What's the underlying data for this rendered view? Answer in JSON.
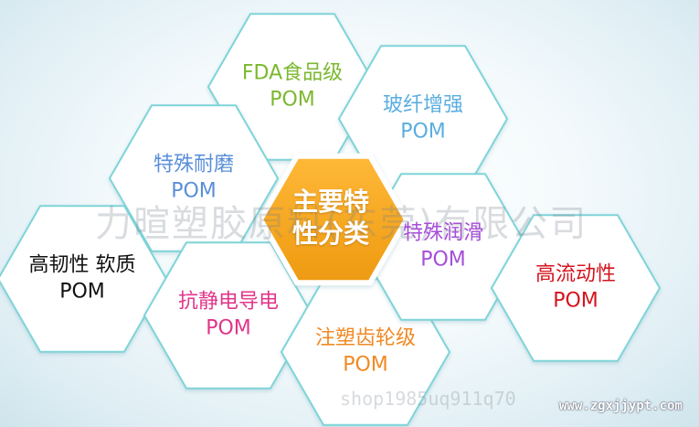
{
  "center": {
    "line1": "主要特",
    "line2": "性分类",
    "fill": "#f5a623"
  },
  "watermark": "力暄塑胶原料(东莞)有限公司",
  "shop_mark": "shop1985uq911q70",
  "site_mark": "www.zgxjjypt.com",
  "hexes": [
    {
      "key": "fda",
      "line1": "FDA食品级",
      "line2": "POM",
      "color": "#7cb82f"
    },
    {
      "key": "glass",
      "line1": "玻纤增强",
      "line2": "POM",
      "color": "#5aaee0"
    },
    {
      "key": "wear",
      "line1": "特殊耐磨",
      "line2": "POM",
      "color": "#5a8fd8"
    },
    {
      "key": "tough",
      "line1": "高韧性 软质",
      "line2": "POM",
      "color": "#111111"
    },
    {
      "key": "antistatic",
      "line1": "抗静电导电",
      "line2": "POM",
      "color": "#e0358a"
    },
    {
      "key": "gear",
      "line1": "注塑齿轮级",
      "line2": "POM",
      "color": "#f08a24"
    },
    {
      "key": "lube",
      "line1": "特殊润滑",
      "line2": "POM",
      "color": "#a64ed8"
    },
    {
      "key": "flow",
      "line1": "高流动性",
      "line2": "POM",
      "color": "#d4141e"
    }
  ]
}
